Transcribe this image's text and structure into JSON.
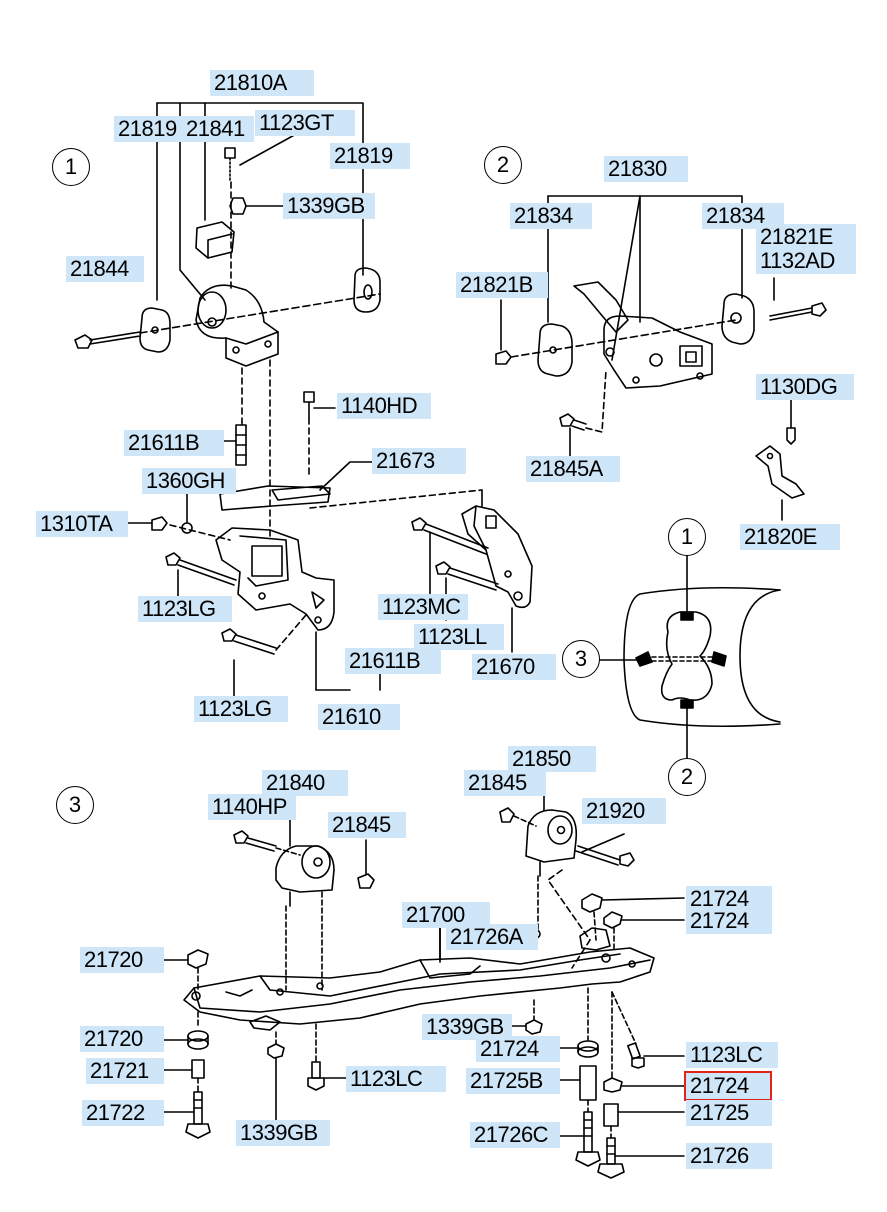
{
  "sections": [
    {
      "id": "1",
      "label": "1"
    },
    {
      "id": "2",
      "label": "2"
    },
    {
      "id": "3",
      "label": "3"
    }
  ],
  "inset": {
    "callout_1": "1",
    "callout_2": "2",
    "callout_3": "3"
  },
  "parts": [
    {
      "id": "p21810A",
      "text": "21810A"
    },
    {
      "id": "p21819a",
      "text": "21819"
    },
    {
      "id": "p21841",
      "text": "21841"
    },
    {
      "id": "p1123GT",
      "text": "1123GT"
    },
    {
      "id": "p21819b",
      "text": "21819"
    },
    {
      "id": "p1339GBa",
      "text": "1339GB"
    },
    {
      "id": "p21844",
      "text": "21844"
    },
    {
      "id": "p1140HD",
      "text": "1140HD"
    },
    {
      "id": "p21611Ba",
      "text": "21611B"
    },
    {
      "id": "p21673",
      "text": "21673"
    },
    {
      "id": "p1360GH",
      "text": "1360GH"
    },
    {
      "id": "p1310TA",
      "text": "1310TA"
    },
    {
      "id": "p1123LGa",
      "text": "1123LG"
    },
    {
      "id": "p1123MC",
      "text": "1123MC"
    },
    {
      "id": "p1123LL",
      "text": "1123LL"
    },
    {
      "id": "p21670",
      "text": "21670"
    },
    {
      "id": "p21611Bb",
      "text": "21611B"
    },
    {
      "id": "p1123LGb",
      "text": "1123LG"
    },
    {
      "id": "p21610",
      "text": "21610"
    },
    {
      "id": "p21830",
      "text": "21830"
    },
    {
      "id": "p21834a",
      "text": "21834"
    },
    {
      "id": "p21834b",
      "text": "21834"
    },
    {
      "id": "p21821E",
      "text": "21821E"
    },
    {
      "id": "p1132AD",
      "text": "1132AD"
    },
    {
      "id": "p21821B",
      "text": "21821B"
    },
    {
      "id": "p1130DG",
      "text": "1130DG"
    },
    {
      "id": "p21845A",
      "text": "21845A"
    },
    {
      "id": "p21820E",
      "text": "21820E"
    },
    {
      "id": "p21840",
      "text": "21840"
    },
    {
      "id": "p1140HP",
      "text": "1140HP"
    },
    {
      "id": "p21845a",
      "text": "21845"
    },
    {
      "id": "p21850",
      "text": "21850"
    },
    {
      "id": "p21845b",
      "text": "21845"
    },
    {
      "id": "p21920",
      "text": "21920"
    },
    {
      "id": "p21724a",
      "text": "21724"
    },
    {
      "id": "p21724b",
      "text": "21724"
    },
    {
      "id": "p21700",
      "text": "21700"
    },
    {
      "id": "p21726A",
      "text": "21726A"
    },
    {
      "id": "p21720a",
      "text": "21720"
    },
    {
      "id": "p1339GBb",
      "text": "1339GB"
    },
    {
      "id": "p21724c",
      "text": "21724"
    },
    {
      "id": "p1123LCa",
      "text": "1123LC"
    },
    {
      "id": "p21720b",
      "text": "21720"
    },
    {
      "id": "p21721",
      "text": "21721"
    },
    {
      "id": "p1123LCb",
      "text": "1123LC"
    },
    {
      "id": "p21725B",
      "text": "21725B"
    },
    {
      "id": "p21724d",
      "text": "21724"
    },
    {
      "id": "p21722",
      "text": "21722"
    },
    {
      "id": "p1339GBc",
      "text": "1339GB"
    },
    {
      "id": "p21725",
      "text": "21725"
    },
    {
      "id": "p21726C",
      "text": "21726C"
    },
    {
      "id": "p21726",
      "text": "21726"
    }
  ],
  "highlight": {
    "part": "21724",
    "color": "#e0241b"
  },
  "colors": {
    "label_bg": "#cfe6f8",
    "line": "#000000"
  }
}
